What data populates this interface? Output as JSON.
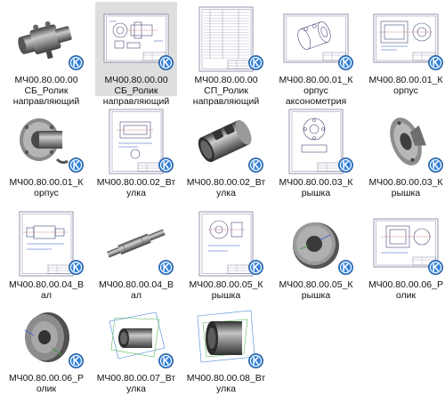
{
  "files": [
    {
      "line1": "МЧ00.80.00.00",
      "line2": "СБ_Ролик",
      "line3": "направляющий",
      "kind": "model-roller",
      "icon": "kompas-badge-icon",
      "selected": false
    },
    {
      "line1": "МЧ00.80.00.00",
      "line2": "СБ_Ролик",
      "line3": "направляющий",
      "kind": "drawing-assembly",
      "icon": "kompas-badge-icon",
      "selected": true
    },
    {
      "line1": "МЧ00.80.00.00",
      "line2": "СП_Ролик",
      "line3": "направляющий",
      "kind": "spec-sheet",
      "icon": "kompas-badge-icon",
      "selected": false
    },
    {
      "line1": "МЧ00.80.00.01_К",
      "line2": "орпус",
      "line3": "аксонометрия",
      "kind": "drawing-iso",
      "icon": "kompas-badge-icon",
      "selected": false
    },
    {
      "line1": "МЧ00.80.00.01_К",
      "line2": "орпус",
      "line3": "",
      "kind": "drawing-body",
      "icon": "kompas-badge-icon",
      "selected": false
    },
    {
      "line1": "МЧ00.80.00.01_К",
      "line2": "орпус",
      "line3": "",
      "kind": "model-body",
      "icon": "kompas-badge-icon",
      "selected": false
    },
    {
      "line1": "МЧ00.80.00.02_Вт",
      "line2": "улка",
      "line3": "",
      "kind": "drawing-sleeve",
      "icon": "kompas-badge-icon",
      "selected": false
    },
    {
      "line1": "МЧ00.80.00.02_Вт",
      "line2": "улка",
      "line3": "",
      "kind": "model-sleeve-slot",
      "icon": "kompas-badge-icon",
      "selected": false
    },
    {
      "line1": "МЧ00.80.00.03_К",
      "line2": "рышка",
      "line3": "",
      "kind": "drawing-cover",
      "icon": "kompas-badge-icon",
      "selected": false
    },
    {
      "line1": "МЧ00.80.00.03_К",
      "line2": "рышка",
      "line3": "",
      "kind": "model-cover-flange",
      "icon": "kompas-badge-icon",
      "selected": false
    },
    {
      "line1": "МЧ00.80.00.04_В",
      "line2": "ал",
      "line3": "",
      "kind": "drawing-shaft",
      "icon": "kompas-badge-icon",
      "selected": false
    },
    {
      "line1": "МЧ00.80.00.04_В",
      "line2": "ал",
      "line3": "",
      "kind": "model-shaft",
      "icon": "kompas-badge-icon",
      "selected": false
    },
    {
      "line1": "МЧ00.80.00.05_К",
      "line2": "рышка",
      "line3": "",
      "kind": "drawing-cover2",
      "icon": "kompas-badge-icon",
      "selected": false
    },
    {
      "line1": "МЧ00.80.00.05_К",
      "line2": "рышка",
      "line3": "",
      "kind": "model-disc",
      "icon": "kompas-badge-icon",
      "selected": false
    },
    {
      "line1": "МЧ00.80.00.06_Р",
      "line2": "олик",
      "line3": "",
      "kind": "drawing-roller",
      "icon": "kompas-badge-icon",
      "selected": false
    },
    {
      "line1": "МЧ00.80.00.06_Р",
      "line2": "олик",
      "line3": "",
      "kind": "model-wheel",
      "icon": "kompas-badge-icon",
      "selected": false
    },
    {
      "line1": "МЧ00.80.00.07_Вт",
      "line2": "улка",
      "line3": "",
      "kind": "model-sleeve-short",
      "icon": "kompas-badge-icon",
      "selected": false
    },
    {
      "line1": "МЧ00.80.00.08_Вт",
      "line2": "улка",
      "line3": "",
      "kind": "model-sleeve-tall",
      "icon": "kompas-badge-icon",
      "selected": false
    }
  ],
  "colors": {
    "selection": "#dedede",
    "badge_blue": "#2f7fd6",
    "drawing_line": "#5a5a8a",
    "model_gray": "#6b6b6b"
  }
}
